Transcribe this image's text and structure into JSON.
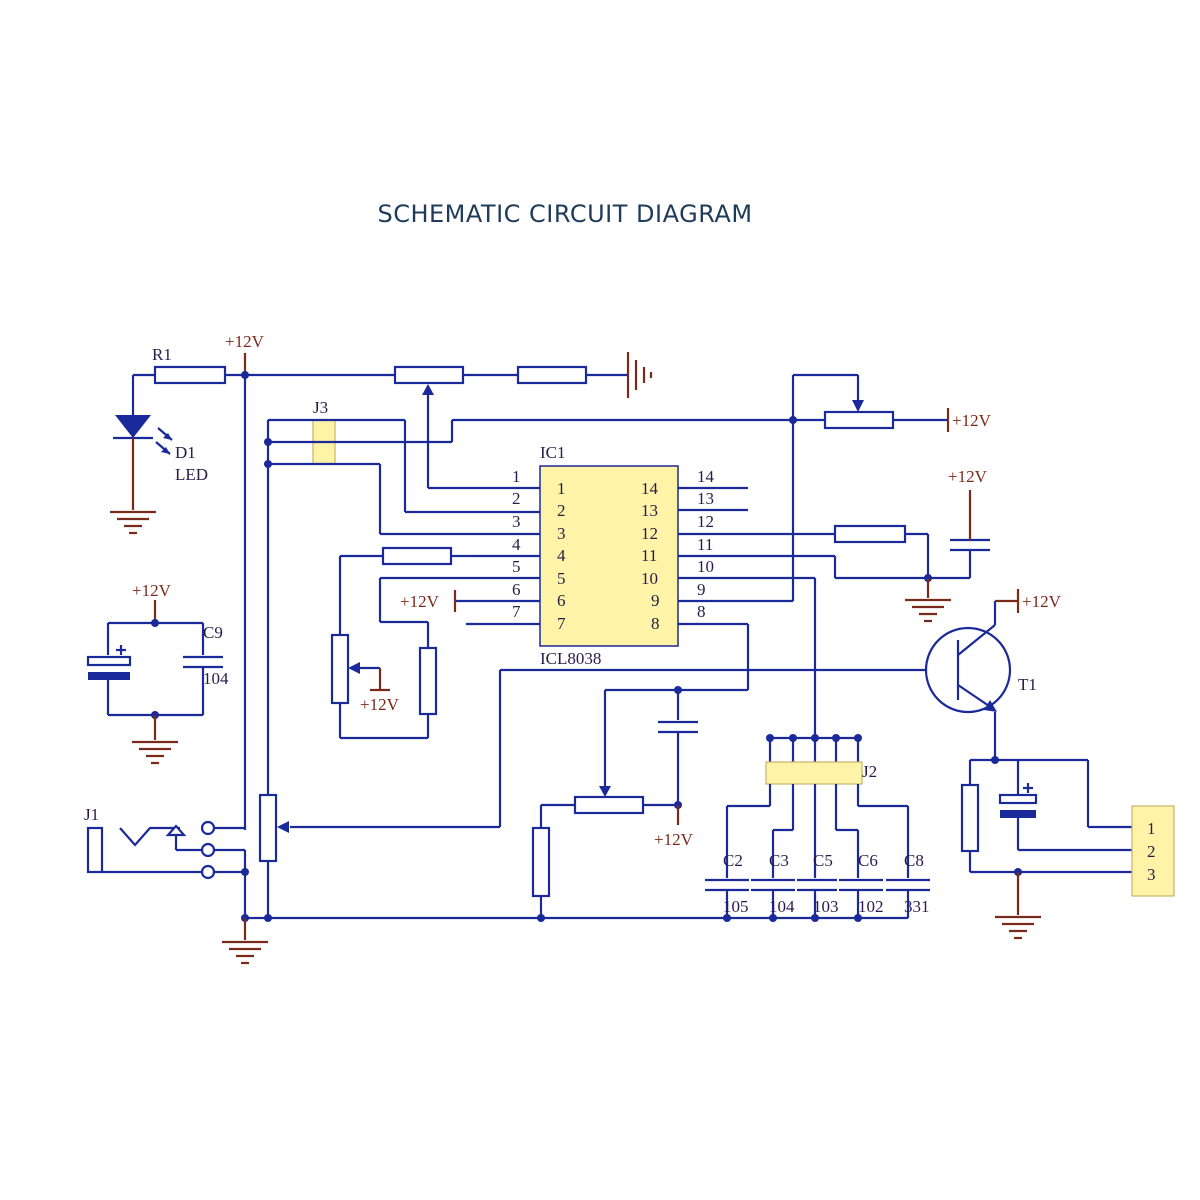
{
  "title": "SCHEMATIC CIRCUIT DIAGRAM",
  "supply_label": "+12V",
  "components": {
    "r1": "R1",
    "d1": "D1",
    "led": "LED",
    "j1": "J1",
    "j2": "J2",
    "j3": "J3",
    "ic1": "IC1",
    "ic_part": "ICL8038",
    "c9": "C9",
    "c9_value": "104",
    "t1": "T1"
  },
  "ic_pins_left_outer": [
    "1",
    "2",
    "3",
    "4",
    "5",
    "6",
    "7"
  ],
  "ic_pins_left_inner": [
    "1",
    "2",
    "3",
    "4",
    "5",
    "6",
    "7"
  ],
  "ic_pins_right_inner": [
    "14",
    "13",
    "12",
    "11",
    "10",
    "9",
    "8"
  ],
  "ic_pins_right_outer": [
    "14",
    "13",
    "12",
    "11",
    "10",
    "9",
    "8"
  ],
  "capacitor_bank": [
    {
      "name": "C2",
      "value": "105"
    },
    {
      "name": "C3",
      "value": "104"
    },
    {
      "name": "C5",
      "value": "103"
    },
    {
      "name": "C6",
      "value": "102"
    },
    {
      "name": "C8",
      "value": "331"
    }
  ],
  "output_connector_pins": [
    "1",
    "2",
    "3"
  ]
}
